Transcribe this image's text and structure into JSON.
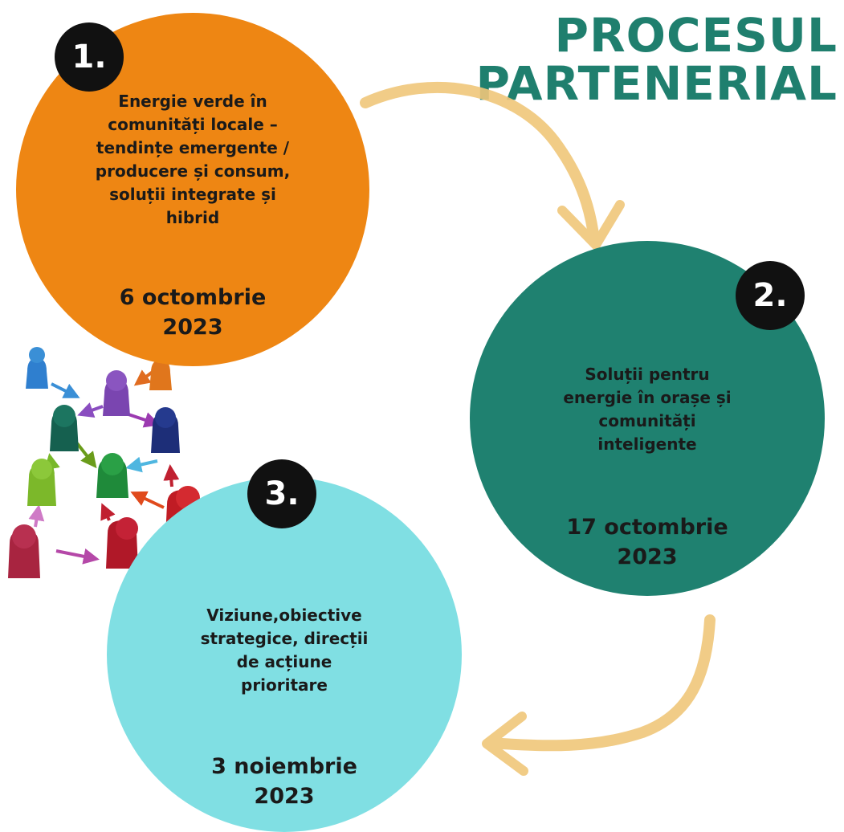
{
  "title": {
    "line1": "PROCESUL",
    "line2": "PARTENERIAL"
  },
  "steps": [
    {
      "number": "1.",
      "description": [
        "Energie verde în",
        "comunități locale –",
        "tendințe emergente /",
        "producere și consum,",
        "soluții integrate și",
        "hibrid"
      ],
      "date": [
        "6 octombrie",
        "2023"
      ],
      "color": "#ee8613"
    },
    {
      "number": "2.",
      "description": [
        "Soluții pentru",
        "energie în orașe și",
        "comunități",
        "inteligente"
      ],
      "date": [
        "17 octombrie",
        "2023"
      ],
      "color": "#1f8170"
    },
    {
      "number": "3.",
      "description": [
        "Viziune,obiective",
        "strategice, direcții",
        "de acțiune",
        "prioritare"
      ],
      "date": [
        "3 noiembrie",
        "2023"
      ],
      "color": "#80dfe3"
    }
  ],
  "colors": {
    "title": "#1f7f6e",
    "arrow": "#f0c77a",
    "badge": "#111111"
  },
  "icons": [
    "network-of-people-figures-icon",
    "curved-arrow-icon"
  ]
}
